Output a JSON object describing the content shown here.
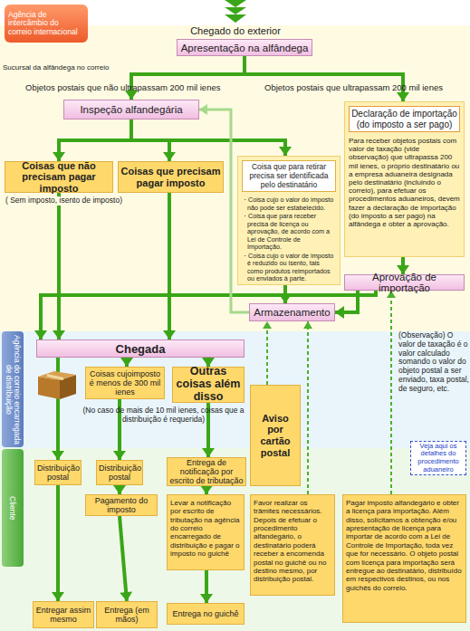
{
  "diagram": {
    "nodes": [
      {
        "text": [
          "Agência de intercâmbio do correio internacional"
        ]
      },
      {
        "text": [
          "Apresentação na alfândega"
        ]
      },
      {
        "text": [
          "Inspeção alfandegária"
        ]
      },
      {
        "text": [
          "Declaração de importação (do imposto a ser pago)",
          "Para receber objetos postais com valor de taxação (vide observação) que ultrapassa 200 mil ienes, o próprio destinatário ou a empresa aduaneira designada pelo destinatário (incluindo o correio), para efetuar os procedimentos aduaneiros, devem fazer a declaração de importação (do imposto a ser pago) na alfândega e obter a aprovação."
        ]
      },
      {
        "text": [
          "Coisas que não precisam pagar imposto",
          "( Sem imposto, isento de imposto)"
        ]
      },
      {
        "text": [
          "Coisas que precisam pagar imposto"
        ]
      },
      {
        "text": [
          "Coisa que para retirar precisa ser identificada pelo destinatário",
          "・Coisa cujo o valor do imposto não pode ser estabelecido.",
          "・Coisa que para receber precisa de licença ou aprovação, de acordo com a Lei de Controle de Importação.",
          "・Coisa cujo o valor de imposto é reduzido ou isento, tais como produtos reimportados ou enviados à parte."
        ]
      },
      {
        "text": [
          "Aprovação de importação"
        ]
      },
      {
        "text": [
          "Armazenamento"
        ]
      },
      {
        "text": [
          "Agência do correio encarregada de distribuição"
        ]
      },
      {
        "text": [
          "Chegada"
        ]
      },
      {
        "text": [
          "Coisas cujoimposto é menos de 300 mil ienes"
        ]
      },
      {
        "text": [
          "Outras coisas além disso"
        ]
      },
      {
        "text": [
          "Aviso por cartão postal"
        ]
      },
      {
        "text": [
          "Veja aqui os detalhes do procedimento aduaneiro"
        ]
      },
      {
        "text": [
          "Cliente"
        ]
      },
      {
        "text": [
          "Distribuição postal"
        ]
      },
      {
        "text": [
          "Distribuição postal"
        ]
      },
      {
        "text": [
          "Entrega de notificação por escrito de tributação"
        ]
      },
      {
        "text": [
          "Pagamento do imposto"
        ]
      },
      {
        "text": [
          "Levar a notificação por escrito de tributação na agência do correio encarregado de distribuição e pagar o imposto no guichê"
        ]
      },
      {
        "text": [
          "Favor realizar os trâmites necessários. Depois de efetuar o procedimento alfandegário, o destinatário poderá receber a encomenda postal no guichê ou no destino mesmo, por distribuição postal."
        ]
      },
      {
        "text": [
          "Pagar imposto alfandegário e obter a licença para importação. Além disso, solicitamos a obtenção e/ou apresentação de licença para importar de acordo com a Lei de Controle de Importação, toda vez que for necessário. O objeto postal com licença para importação será entregue ao destinatário, distribuído em respectivos destinos, ou nos guichês do correio."
        ]
      },
      {
        "text": [
          "Entregar assim mesmo"
        ]
      },
      {
        "text": [
          "Entrega (em mãos)"
        ]
      },
      {
        "text": [
          "Entrega no guichê"
        ]
      }
    ],
    "edges": [
      {
        "from": 1,
        "to": 2,
        "arrow": "to"
      },
      {
        "from": 1,
        "to": 3,
        "arrow": "to"
      },
      {
        "from": 2,
        "to": 4,
        "arrow": "to"
      },
      {
        "from": 2,
        "to": 5,
        "arrow": "to"
      },
      {
        "from": 2,
        "to": 6,
        "arrow": "to"
      },
      {
        "from": 3,
        "to": 7,
        "arrow": "to"
      },
      {
        "from": 6,
        "to": 8,
        "arrow": "to"
      },
      {
        "from": 7,
        "to": 8,
        "arrow": "to"
      },
      {
        "from": 7,
        "to": 10,
        "arrow": "to"
      },
      {
        "from": 8,
        "to": 2,
        "arrow": "to"
      },
      {
        "from": 4,
        "to": 10,
        "arrow": "to"
      },
      {
        "from": 5,
        "to": 10,
        "arrow": "to"
      },
      {
        "from": 10,
        "to": 16,
        "arrow": "to"
      },
      {
        "from": 10,
        "to": 11,
        "arrow": "to"
      },
      {
        "from": 10,
        "to": 12,
        "arrow": "to"
      },
      {
        "from": 11,
        "to": 17,
        "arrow": "to"
      },
      {
        "from": 12,
        "to": 18,
        "arrow": "to"
      },
      {
        "from": 16,
        "to": 23,
        "arrow": "to"
      },
      {
        "from": 17,
        "to": 19,
        "arrow": "to"
      },
      {
        "from": 19,
        "to": 24,
        "arrow": "to"
      },
      {
        "from": 18,
        "to": 20,
        "arrow": "to"
      },
      {
        "from": 20,
        "to": 25,
        "arrow": "to"
      },
      {
        "from": 13,
        "to": 8,
        "arrow": "to"
      },
      {
        "from": 21,
        "to": 8,
        "arrow": "to"
      },
      {
        "from": 22,
        "to": 7,
        "arrow": "to"
      }
    ],
    "labels": [
      "Chegado do exterior",
      "Sucursal da alfândega no correio",
      "Objetos postais que não ultrapassam 200 mil ienes",
      "Objetos postais que ultrapassam 200 mil ienes",
      "(No caso de mais de 10 mil ienes, coisas que a distribuição é requerida)",
      "(Observação) O valor de taxação é o valor calculado somando o valor do objeto postal a ser enviado, taxa postal, de seguro, etc."
    ]
  }
}
